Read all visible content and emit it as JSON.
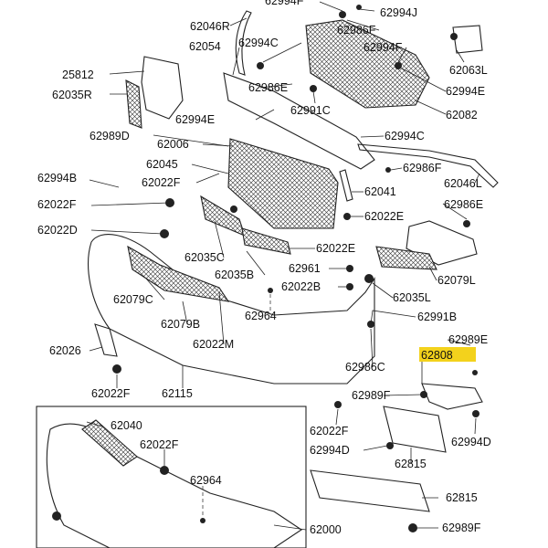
{
  "highlight_color": "#f3d21c",
  "labels": [
    "62994F",
    "62994J",
    "62046R",
    "62986F",
    "62054",
    "62994C",
    "62994F",
    "25812",
    "62063L",
    "62035R",
    "62986E",
    "62994E",
    "62991C",
    "62082",
    "62994E",
    "62989D",
    "62994C",
    "62006",
    "62045",
    "62986F",
    "62994B",
    "62022F",
    "62046L",
    "62041",
    "62022F",
    "62986E",
    "62022E",
    "62022D",
    "62022E",
    "62035C",
    "62961",
    "62035B",
    "62079L",
    "62022B",
    "62079C",
    "62035L",
    "62964",
    "62991B",
    "62079B",
    "62989E",
    "62022M",
    "62026",
    "62808",
    "62986C",
    "62022F",
    "62115",
    "62989F",
    "62040",
    "62022F",
    "62994D",
    "62022F",
    "62994D",
    "62815",
    "62964",
    "62815",
    "62000",
    "62989F"
  ]
}
